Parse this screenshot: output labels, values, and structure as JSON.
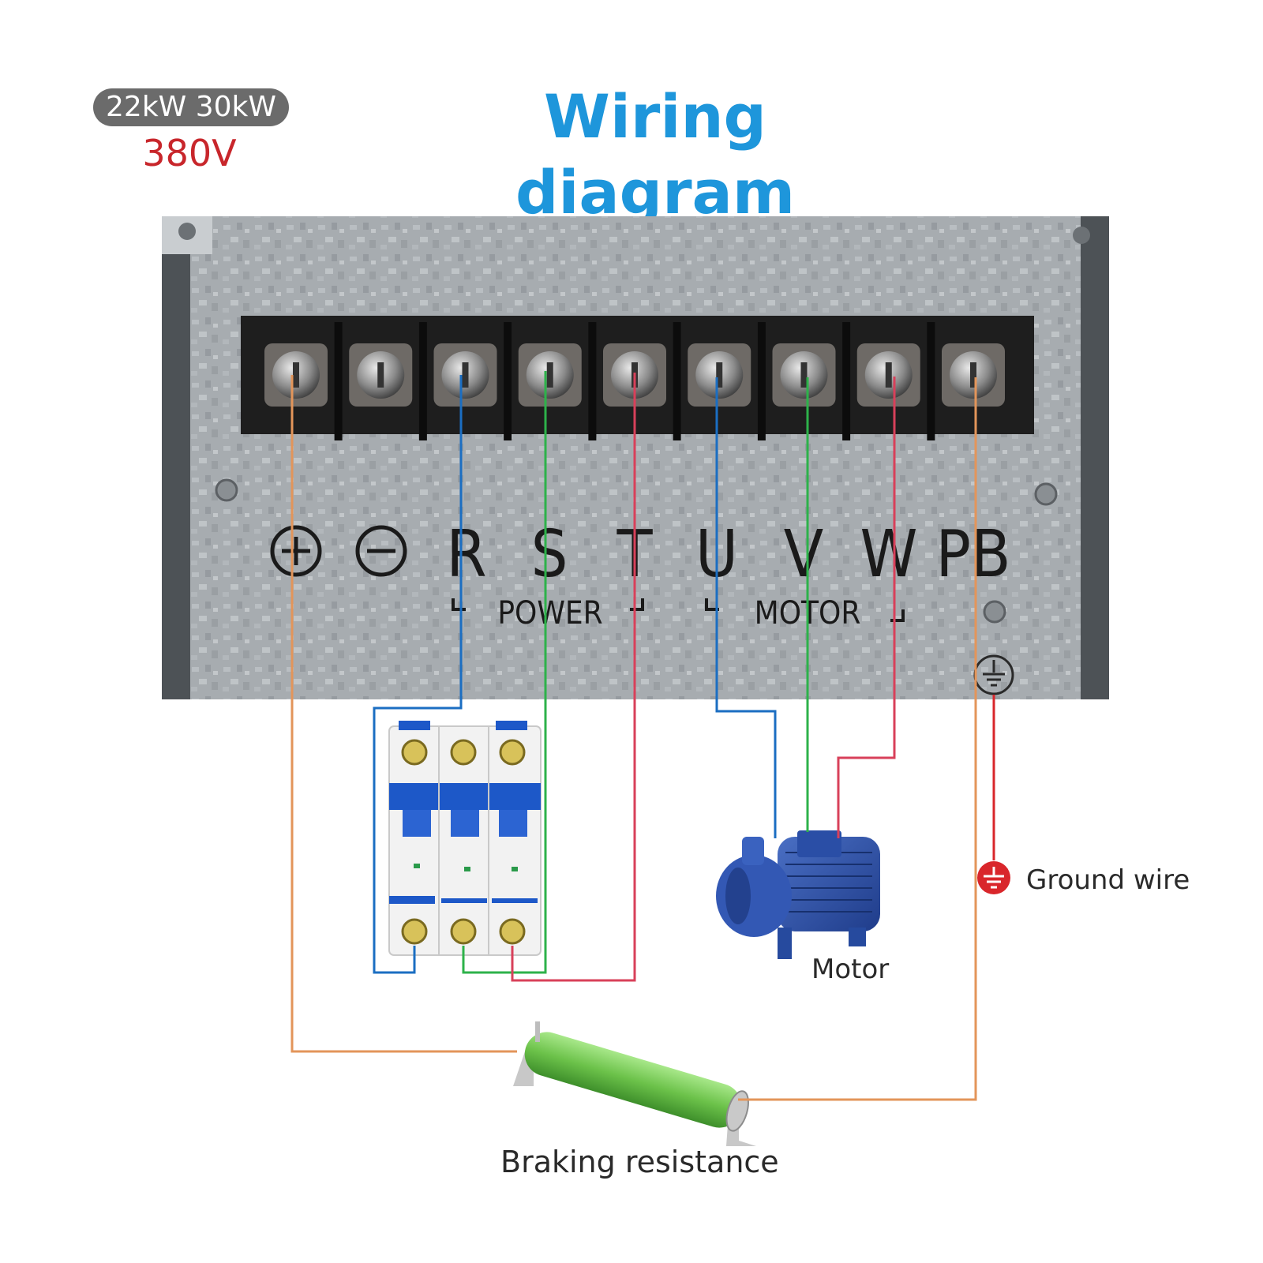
{
  "header": {
    "ratings_badge": "22kW  30kW",
    "voltage": "380V",
    "title": "Wiring diagram"
  },
  "terminal_block": {
    "terminals": [
      {
        "label": "+",
        "kind": "dc-plus"
      },
      {
        "label": "−",
        "kind": "dc-minus"
      },
      {
        "label": "R"
      },
      {
        "label": "S"
      },
      {
        "label": "T"
      },
      {
        "label": "U"
      },
      {
        "label": "V"
      },
      {
        "label": "W"
      },
      {
        "label": "PB"
      }
    ],
    "group_labels": {
      "power": "POWER",
      "motor": "MOTOR"
    }
  },
  "components": {
    "motor_label": "Motor",
    "ground_label": "Ground wire",
    "braking_label": "Braking resistance"
  },
  "wire_colors": {
    "blue": "#1b6ec2",
    "green": "#2db24a",
    "red": "#d8405a",
    "orange": "#e3955a",
    "ground_red": "#d9262b"
  }
}
